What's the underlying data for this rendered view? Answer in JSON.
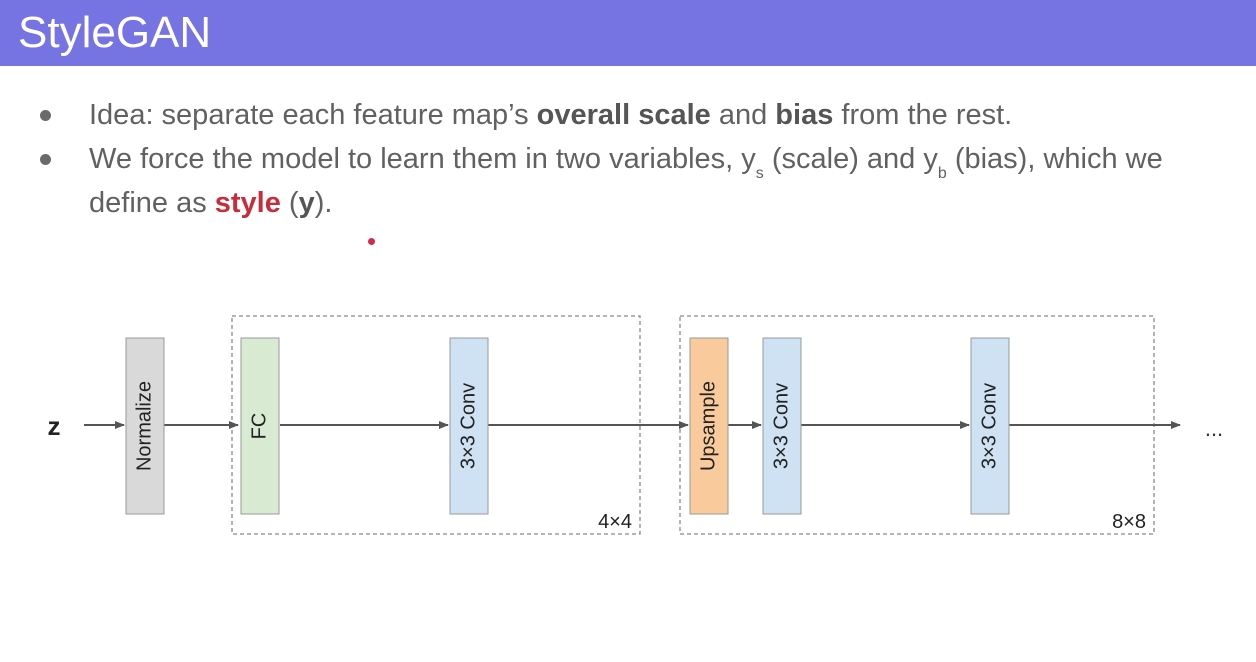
{
  "slide": {
    "title": "StyleGAN"
  },
  "bullets": [
    {
      "text_1": "Idea: separate each feature map’s ",
      "bold_1": "overall scale",
      "text_2": " and ",
      "bold_2": "bias",
      "text_3": " from the rest."
    },
    {
      "text_1": "We force the model to learn them in two variables, y",
      "sub_1": "s",
      "text_2": " (scale) and y",
      "sub_2": "b",
      "text_3": " (bias), which we define as ",
      "accent": "style",
      "text_4": " (",
      "bold": "y",
      "text_5": ")."
    }
  ],
  "colors": {
    "title_bar": "#7673e2",
    "accent": "#c62e3c",
    "normalize_fill": "#d9d9d9",
    "fc_fill": "#d9ead3",
    "conv_fill": "#cfe2f3",
    "upsample_fill": "#f9cb9c"
  },
  "diagram": {
    "input": "z",
    "blocks": {
      "normalize": "Normalize",
      "fc": "FC",
      "conv_4": "3×3 Conv",
      "upsample": "Upsample",
      "conv_8a": "3×3 Conv",
      "conv_8b": "3×3 Conv"
    },
    "groups": {
      "res_4": "4×4",
      "res_8": "8×8"
    },
    "continuation": "..."
  }
}
